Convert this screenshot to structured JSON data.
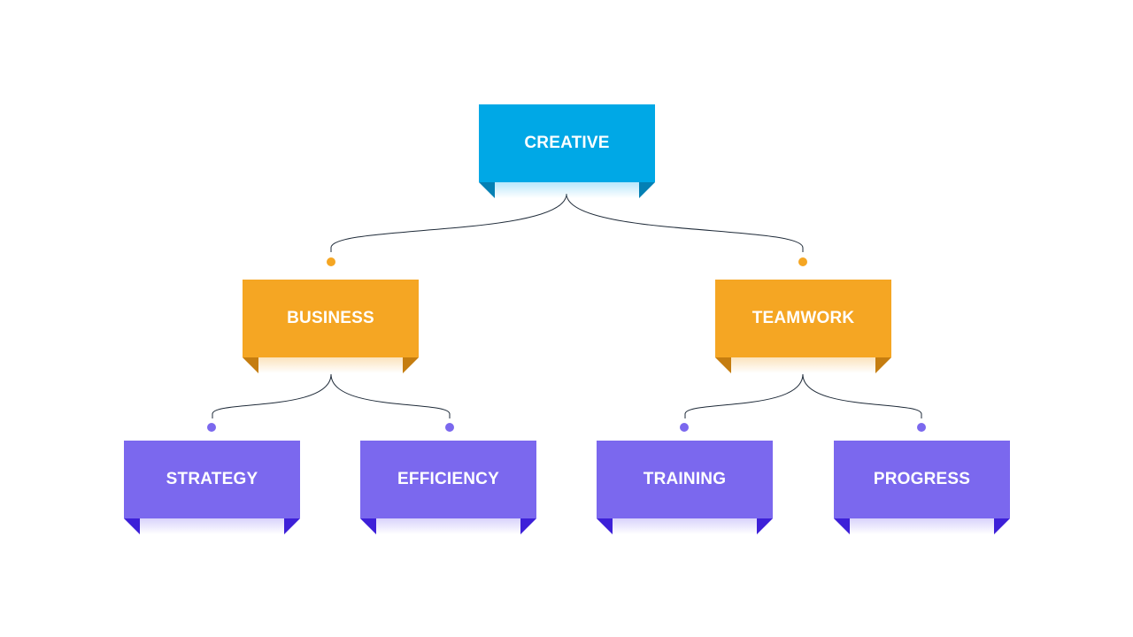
{
  "colors": {
    "top": "#00a8e6",
    "middle": "#f5a623",
    "bottom": "#7b68ee",
    "connector": "#1e2a38"
  },
  "root": {
    "label": "CREATIVE"
  },
  "branches": [
    {
      "label": "BUSINESS",
      "children": [
        {
          "label": "STRATEGY"
        },
        {
          "label": "EFFICIENCY"
        }
      ]
    },
    {
      "label": "TEAMWORK",
      "children": [
        {
          "label": "TRAINING"
        },
        {
          "label": "PROGRESS"
        }
      ]
    }
  ]
}
